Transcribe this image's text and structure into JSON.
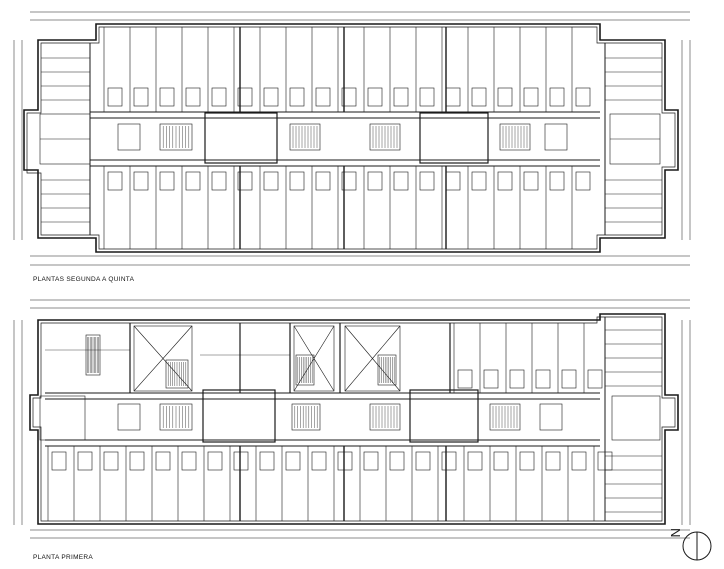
{
  "plans": {
    "upper": {
      "title": "PLANTAS SEGUNDA A QUINTA"
    },
    "lower": {
      "title": "PLANTA PRIMERA"
    }
  },
  "north_arrow": {
    "letter": "N"
  },
  "colors": {
    "line": "#1a1a1a",
    "light_line": "#555555",
    "background": "#ffffff"
  }
}
